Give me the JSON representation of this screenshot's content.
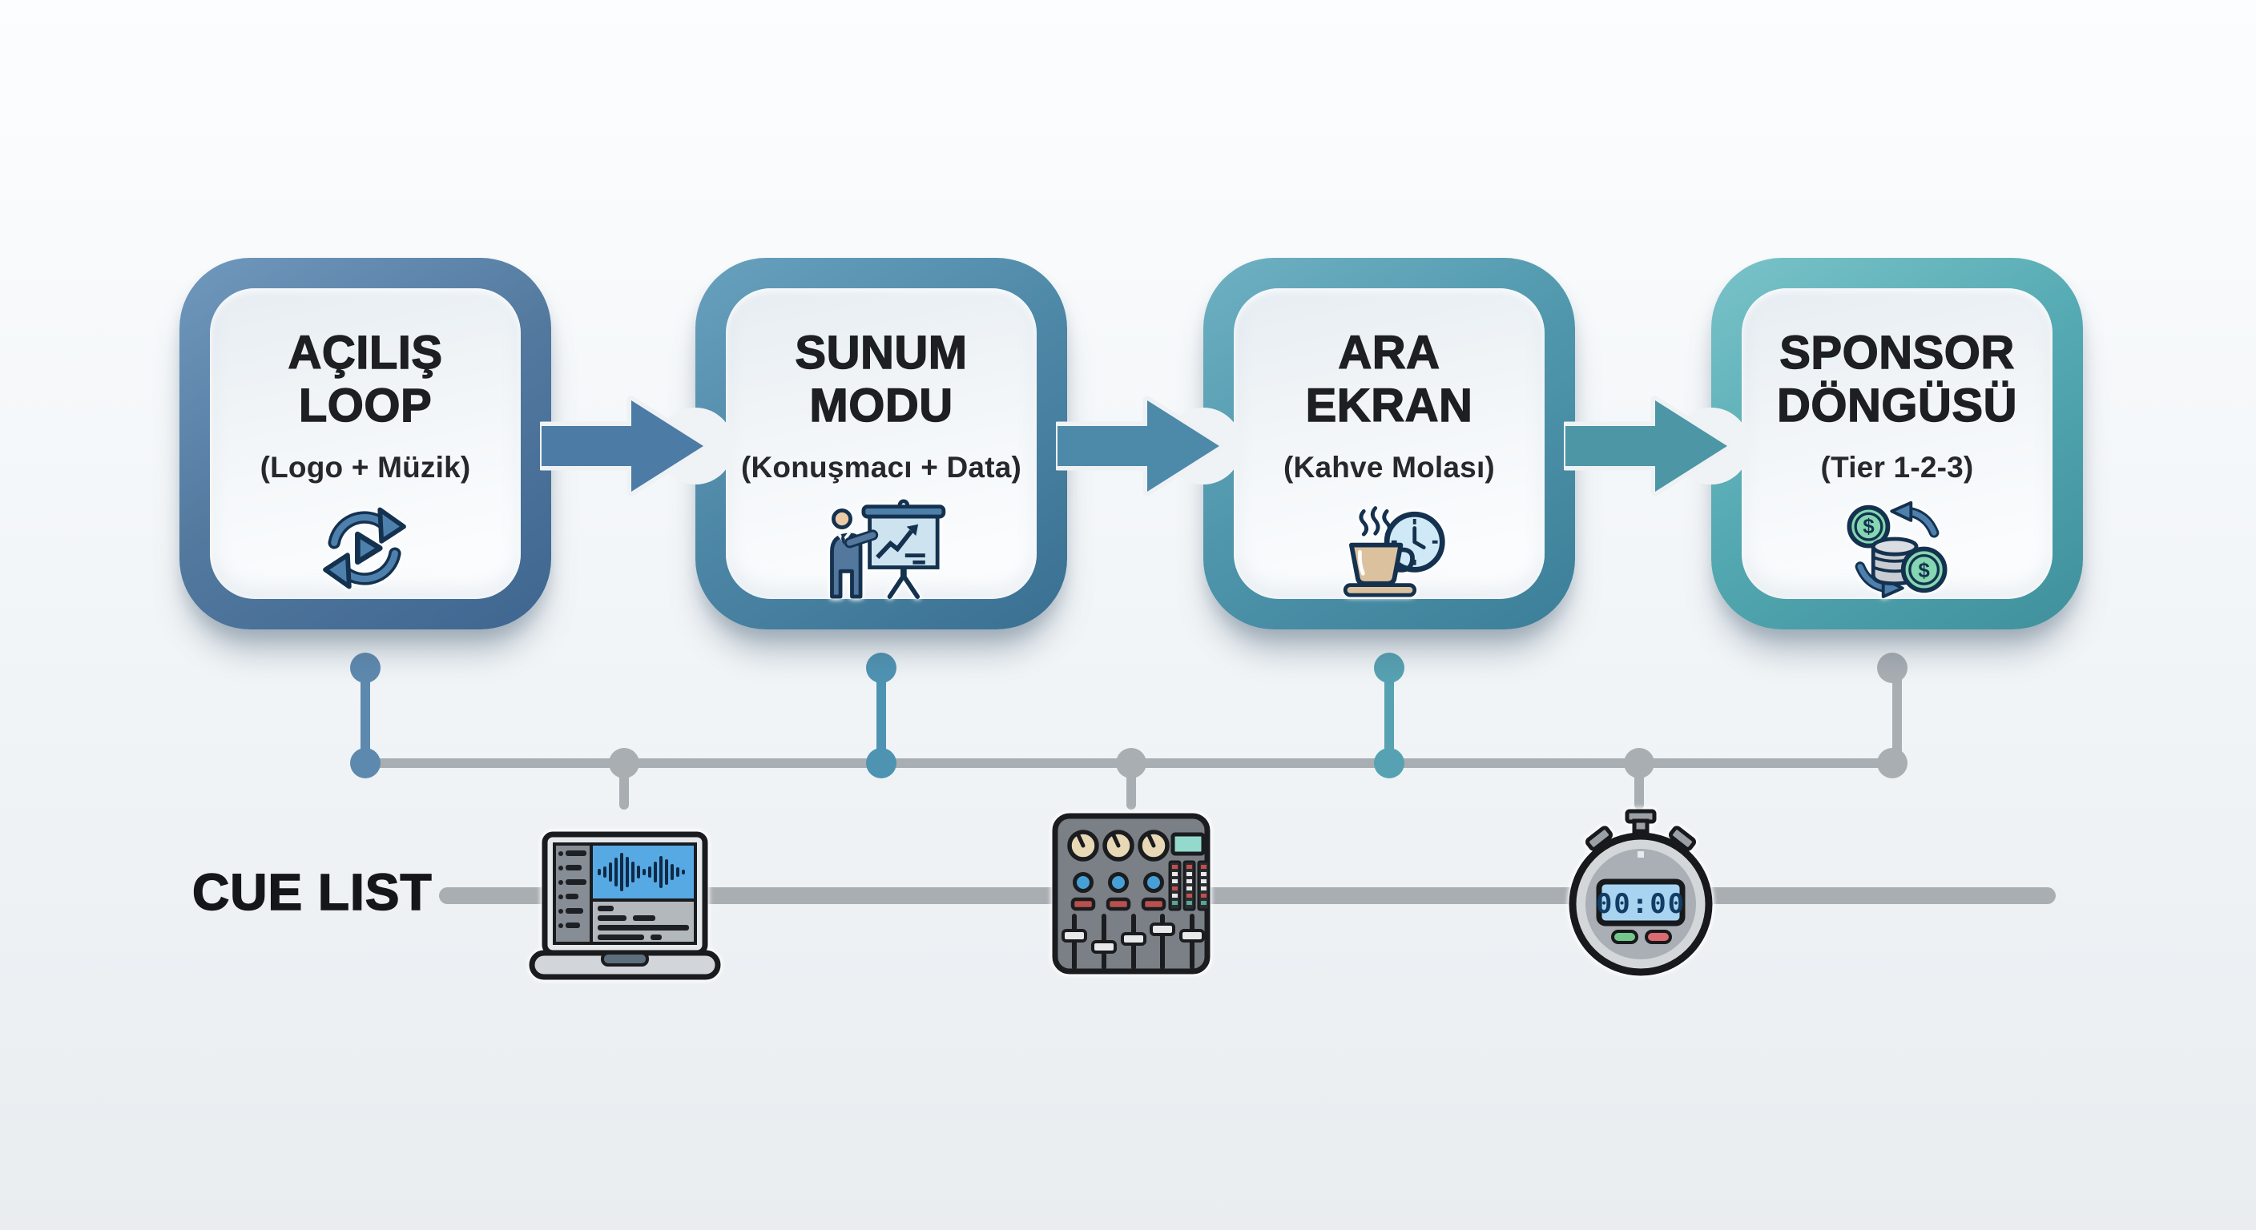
{
  "diagram": {
    "type": "event-playback-flow",
    "steps": [
      {
        "title": "AÇILIŞ LOOP",
        "title_lines": [
          "AÇILIŞ",
          "LOOP"
        ],
        "subtitle": "(Logo + Müzik)",
        "icon": "loop-play-icon",
        "border_color": "#53799f"
      },
      {
        "title": "SUNUM MODU",
        "title_lines": [
          "SUNUM",
          "MODU"
        ],
        "subtitle": "(Konuşmacı + Data)",
        "icon": "presenter-chart-icon",
        "border_color": "#4d87a6"
      },
      {
        "title": "ARA EKRAN",
        "title_lines": [
          "ARA",
          "EKRAN"
        ],
        "subtitle": "(Kahve Molası)",
        "icon": "coffee-break-clock-icon",
        "border_color": "#4f96ac"
      },
      {
        "title": "SPONSOR DÖNGÜSÜ",
        "title_lines": [
          "SPONSOR",
          "DÖNGÜSÜ"
        ],
        "subtitle": "(Tier 1-2-3)",
        "icon": "sponsor-coins-cycle-icon",
        "border_color": "#54a9b2"
      }
    ],
    "cue_list": {
      "label": "CUE LIST",
      "devices": [
        {
          "icon": "playback-laptop-icon"
        },
        {
          "icon": "audio-mixer-icon"
        },
        {
          "icon": "stopwatch-icon",
          "display": "00:00"
        }
      ]
    },
    "icon_text": {
      "stopwatch_display": "00:00",
      "coin_symbol": "$"
    },
    "colors": {
      "arrows": [
        "#4c7ba6",
        "#4d89a8",
        "#4c96a6"
      ],
      "connectors": [
        "#5e89ae",
        "#4f93b2",
        "#56a2b2",
        "#a9aeb3"
      ],
      "timeline": "#a9aeb3",
      "title_text": "#1d1f22",
      "background_top": "#fcfdfe",
      "background_bottom": "#e9edf0"
    }
  }
}
